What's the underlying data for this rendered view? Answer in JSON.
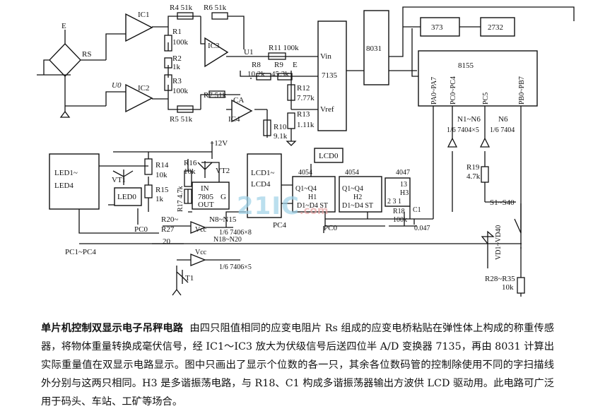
{
  "watermark": {
    "text": "21IC",
    "sub": ".com"
  },
  "labels": {
    "E": "E",
    "Rs": "RS",
    "U0": "U0",
    "IC1": "IC1",
    "IC2": "IC2",
    "IC3": "IC3",
    "IC4": "IC4",
    "CA": "CA",
    "R4": "R4 51k",
    "R6": "R6 51k",
    "R1": "R1",
    "R1v": "100k",
    "R2": "R2",
    "R2v": "1k",
    "R3": "R3",
    "R3v": "100k",
    "R5": "R5 51k",
    "R7": "R7 51k",
    "U1": "U1",
    "R11": "R11 100k",
    "R8": "R8",
    "R8v": "10.2k",
    "R9": "R9",
    "R9v": "45.3k",
    "E2": "E",
    "R12": "R12",
    "R12v": "7.77k",
    "R13": "R13",
    "R13v": "1.11k",
    "R10": "R10",
    "R10v": "9.1k",
    "Vin": "Vin",
    "Vref": "Vref",
    "c7135": "7135",
    "c8031": "8031",
    "c373": "373",
    "c2732": "2732",
    "c8155": "8155",
    "PA": "PA0~PA7",
    "PC0": "PC0~PC4",
    "PC5": "PC5",
    "PB": "PB0~PB7",
    "N1N6": "N1~N6",
    "N6": "N6",
    "g7404a": "1/6 7404×5",
    "g7404b": "1/6 7404",
    "R19": "R19",
    "R19v": "4.7k",
    "S1": "S1~S40",
    "VD": "VD1~VD40",
    "R28": "R28~R35",
    "R28v": "10k",
    "plus12": "+12V",
    "VT1": "VT1",
    "VT2": "VT2",
    "LED1": "LED1~",
    "LED4": "LED4",
    "LED0": "LED0",
    "R14": "R14",
    "R14v": "10k",
    "R15": "R15",
    "R15v": "1k",
    "R16": "R16",
    "R16v": "10k",
    "R17": "R17 4.7k",
    "IN": "IN",
    "r7805": "7805",
    "G": "G",
    "OUT": "OUT",
    "R20": "R20~",
    "R27": "R27",
    "n20": "20",
    "N8": "N8~N15",
    "g7406a": "1/6 7406×8",
    "N18": "N18~N20",
    "g7406b": "1/6 7406×5",
    "Vcc1": "Vcc",
    "Vcc2": "Vcc",
    "PC0a": "PC0",
    "PC1": "PC1~PC4",
    "T1": "T1",
    "LCD1": "LCD1~",
    "LCD4": "LCD4",
    "LCD0": "LCD0",
    "n4054a": "4054",
    "n4054b": "4054",
    "n4047": "4047",
    "Q1a": "Q1~Q4",
    "H1": "H1",
    "D1a": "D1~D4 ST",
    "Q1b": "Q1~Q4",
    "H2": "H2",
    "D1b": "D1~D4 ST",
    "n13": "13",
    "H3": "H3",
    "n231": "2  3   1",
    "R18": "R18",
    "R18v": "100k",
    "C1": "C1",
    "C1v": "0.047",
    "PC4": "PC4",
    "PC0b": "PC0"
  },
  "caption": {
    "title": "单片机控制双显示电子吊秤电路",
    "text": "由四只阻值相同的应变电阻片 Rs 组成的应变电桥粘贴在弹性体上构成的称重传感器，将物体重量转换成毫伏信号，经 IC1～IC3 放大为伏级信号后送四位半 A/D 变换器 7135，再由 8031 计算出实际重量值在双显示电路显示。图中只画出了显示个位数的各一只，其余各位数码管的控制除使用不同的字扫描线外分别与这两只相同。H3 是多谐振荡电路，与 R18、C1 构成多谐振荡器输出方波供 LCD 驱动用。此电路可广泛用于码头、车站、工矿等场合。"
  }
}
